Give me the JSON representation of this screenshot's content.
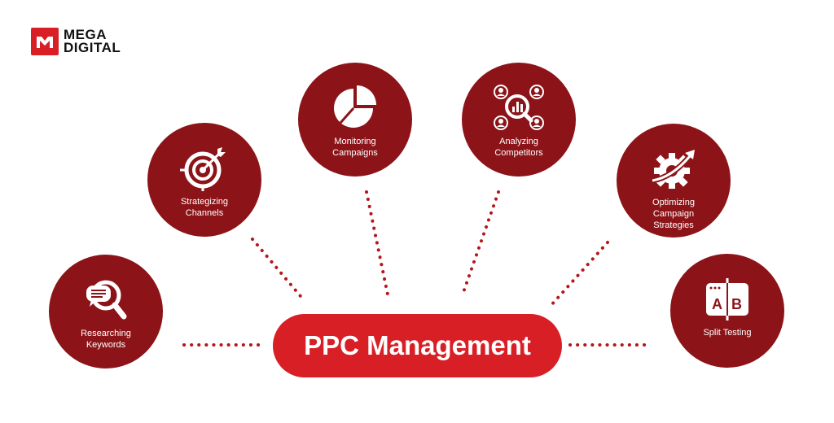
{
  "brand": {
    "line1": "MEGA",
    "line2": "DIGITAL",
    "accent": "#d91f26",
    "node_color": "#8c1419"
  },
  "center": {
    "label": "PPC Management"
  },
  "nodes": [
    {
      "label": "Researching\nKeywords",
      "icon": "search-chat-icon"
    },
    {
      "label": "Strategizing\nChannels",
      "icon": "target-arrow-icon"
    },
    {
      "label": "Monitoring\nCampaigns",
      "icon": "pie-chart-icon"
    },
    {
      "label": "Analyzing\nCompetitors",
      "icon": "competitor-analysis-icon"
    },
    {
      "label": "Optimizing\nCampaign\nStrategies",
      "icon": "gear-growth-icon"
    },
    {
      "label": "Split Testing",
      "icon": "ab-test-icon"
    }
  ]
}
